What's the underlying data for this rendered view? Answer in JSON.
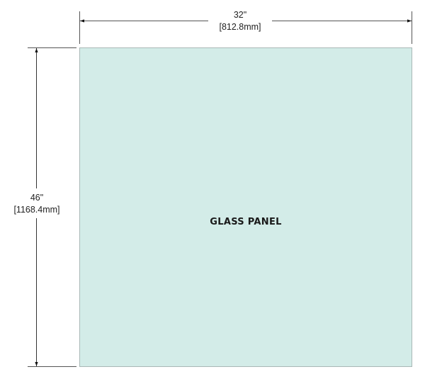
{
  "diagram": {
    "panel": {
      "label": "GLASS PANEL",
      "fill": "#d3ece8",
      "stroke": "#a9b8b6"
    },
    "width_dimension": {
      "imperial": "32\"",
      "metric": "[812.8mm]"
    },
    "height_dimension": {
      "imperial": "46\"",
      "metric": "[1168.4mm]"
    },
    "line_color": "#333333"
  }
}
